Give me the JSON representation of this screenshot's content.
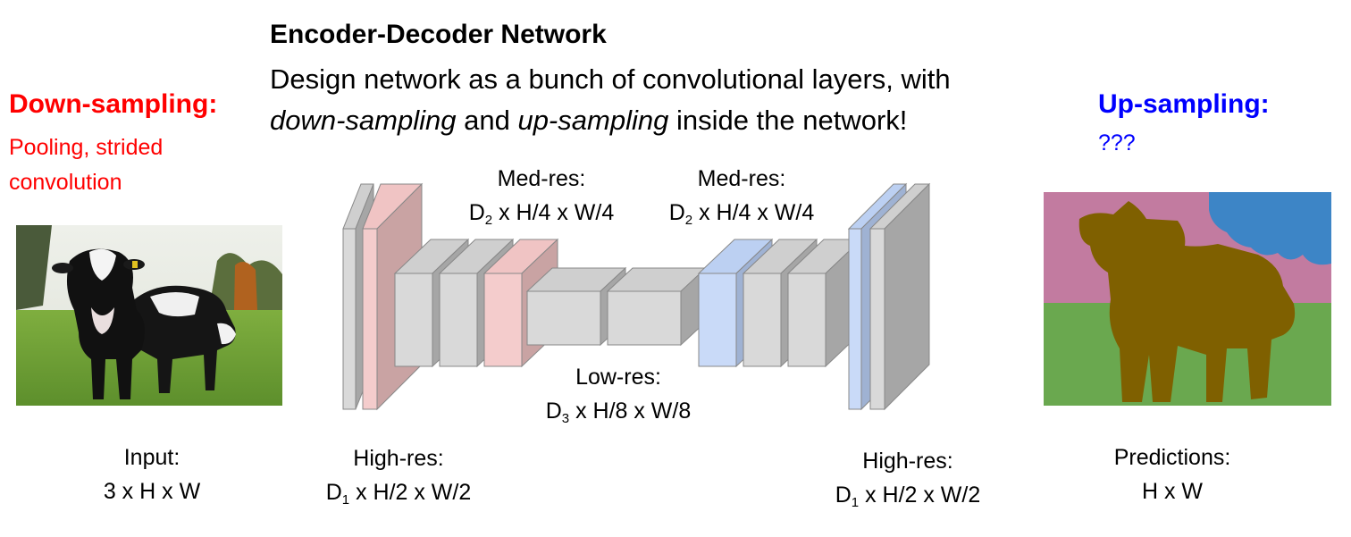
{
  "header": {
    "title": "Encoder-Decoder Network",
    "line1": "Design network as a bunch of convolutional layers, with",
    "line2_em1": "down-sampling",
    "line2_mid": " and ",
    "line2_em2": "up-sampling",
    "line2_end": " inside the network!"
  },
  "downsampling": {
    "heading": "Down-sampling:",
    "body": "Pooling, strided convolution",
    "color": "#ff0000"
  },
  "upsampling": {
    "heading": "Up-sampling:",
    "body": "???",
    "color": "#0000ff"
  },
  "labels": {
    "med_left": {
      "name": "Med-res:",
      "dim_pre": "D",
      "dim_sub": "2",
      "dim_post": " x H/4 x W/4"
    },
    "med_right": {
      "name": "Med-res:",
      "dim_pre": "D",
      "dim_sub": "2",
      "dim_post": " x H/4 x W/4"
    },
    "low": {
      "name": "Low-res:",
      "dim_pre": "D",
      "dim_sub": "3",
      "dim_post": " x H/8 x W/8"
    },
    "high_left": {
      "name": "High-res:",
      "dim_pre": "D",
      "dim_sub": "1",
      "dim_post": " x H/2 x W/2"
    },
    "high_right": {
      "name": "High-res:",
      "dim_pre": "D",
      "dim_sub": "1",
      "dim_post": " x H/2 x W/2"
    },
    "input": {
      "name": "Input:",
      "dim": "3 x H x W"
    },
    "predictions": {
      "name": "Predictions:",
      "dim": "H x W"
    }
  },
  "colors": {
    "gray_block": "#d9d9d9",
    "pink_block": "#f4cccc",
    "blue_block": "#c9daf8",
    "segmentation_background": "#c27ba0",
    "segmentation_sky": "#3d85c6",
    "segmentation_grass": "#6aa84f",
    "segmentation_cow": "#7f6000"
  }
}
